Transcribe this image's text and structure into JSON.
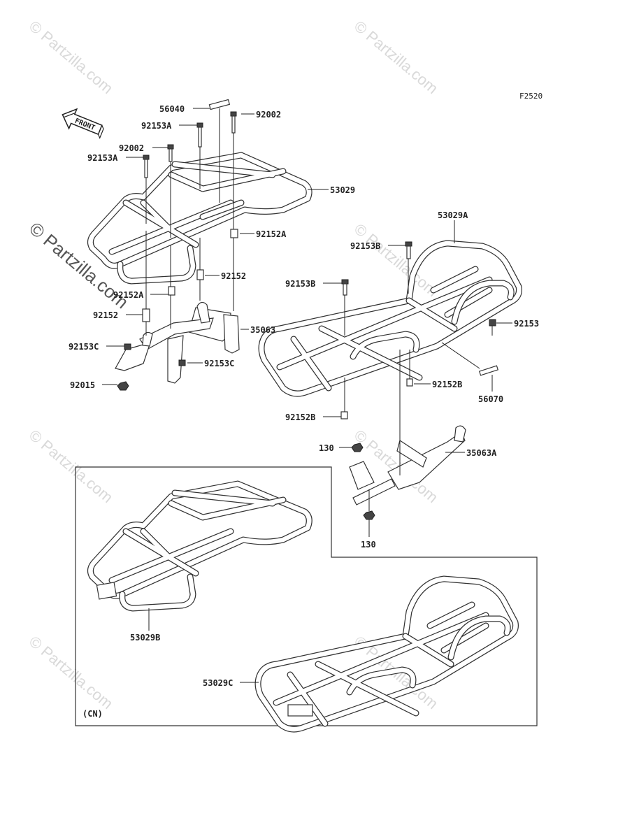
{
  "diagram": {
    "figure_code": "F2520",
    "front_label": "FRONT",
    "variant_label": "(CN)",
    "watermark_text": "© Partzilla.com",
    "colors": {
      "line": "#333333",
      "watermark": "#d9d9d9",
      "background": "#ffffff"
    }
  },
  "labels": {
    "p56040": "56040",
    "p92002_top": "92002",
    "p92153A_a": "92153A",
    "p92002_b": "92002",
    "p92153A_b": "92153A",
    "p53029": "53029",
    "p92152A_a": "92152A",
    "p92152_a": "92152",
    "p92152A_b": "92152A",
    "p92152_b": "92152",
    "p35063": "35063",
    "p92153C_a": "92153C",
    "p92153C_b": "92153C",
    "p92015": "92015",
    "p53029A": "53029A",
    "p92153B_a": "92153B",
    "p92153B_b": "92153B",
    "p92153": "92153",
    "p92152B_a": "92152B",
    "p56070": "56070",
    "p92152B_b": "92152B",
    "p130_a": "130",
    "p35063A": "35063A",
    "p130_b": "130",
    "p53029B": "53029B",
    "p53029C": "53029C"
  }
}
